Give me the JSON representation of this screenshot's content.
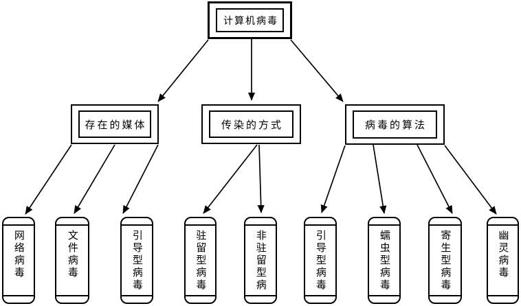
{
  "diagram": {
    "title_node": {
      "label": "计算机病毒"
    },
    "category_nodes": [
      {
        "label": "存在的媒体"
      },
      {
        "label": "传染的方式"
      },
      {
        "label": "病毒的算法"
      }
    ],
    "leaf_nodes": [
      {
        "label": "网络病毒"
      },
      {
        "label": "文件病毒"
      },
      {
        "label": "引导型病毒"
      },
      {
        "label": "驻留型病毒"
      },
      {
        "label": "非驻留型病"
      },
      {
        "label": "引导型病毒"
      },
      {
        "label": "蠕虫型病毒"
      },
      {
        "label": "寄生型病毒"
      },
      {
        "label": "幽灵病毒"
      }
    ],
    "edges": [
      {
        "from": "title_node",
        "to": "category_nodes.0"
      },
      {
        "from": "title_node",
        "to": "category_nodes.1"
      },
      {
        "from": "title_node",
        "to": "category_nodes.2"
      },
      {
        "from": "category_nodes.0",
        "to": "leaf_nodes.0"
      },
      {
        "from": "category_nodes.0",
        "to": "leaf_nodes.1"
      },
      {
        "from": "category_nodes.0",
        "to": "leaf_nodes.2"
      },
      {
        "from": "category_nodes.1",
        "to": "leaf_nodes.3"
      },
      {
        "from": "category_nodes.1",
        "to": "leaf_nodes.4"
      },
      {
        "from": "category_nodes.2",
        "to": "leaf_nodes.5"
      },
      {
        "from": "category_nodes.2",
        "to": "leaf_nodes.6"
      },
      {
        "from": "category_nodes.2",
        "to": "leaf_nodes.7"
      },
      {
        "from": "category_nodes.2",
        "to": "leaf_nodes.8"
      }
    ],
    "colors": {
      "line": "#000000",
      "background": "#ffffff",
      "text": "#000000"
    }
  }
}
